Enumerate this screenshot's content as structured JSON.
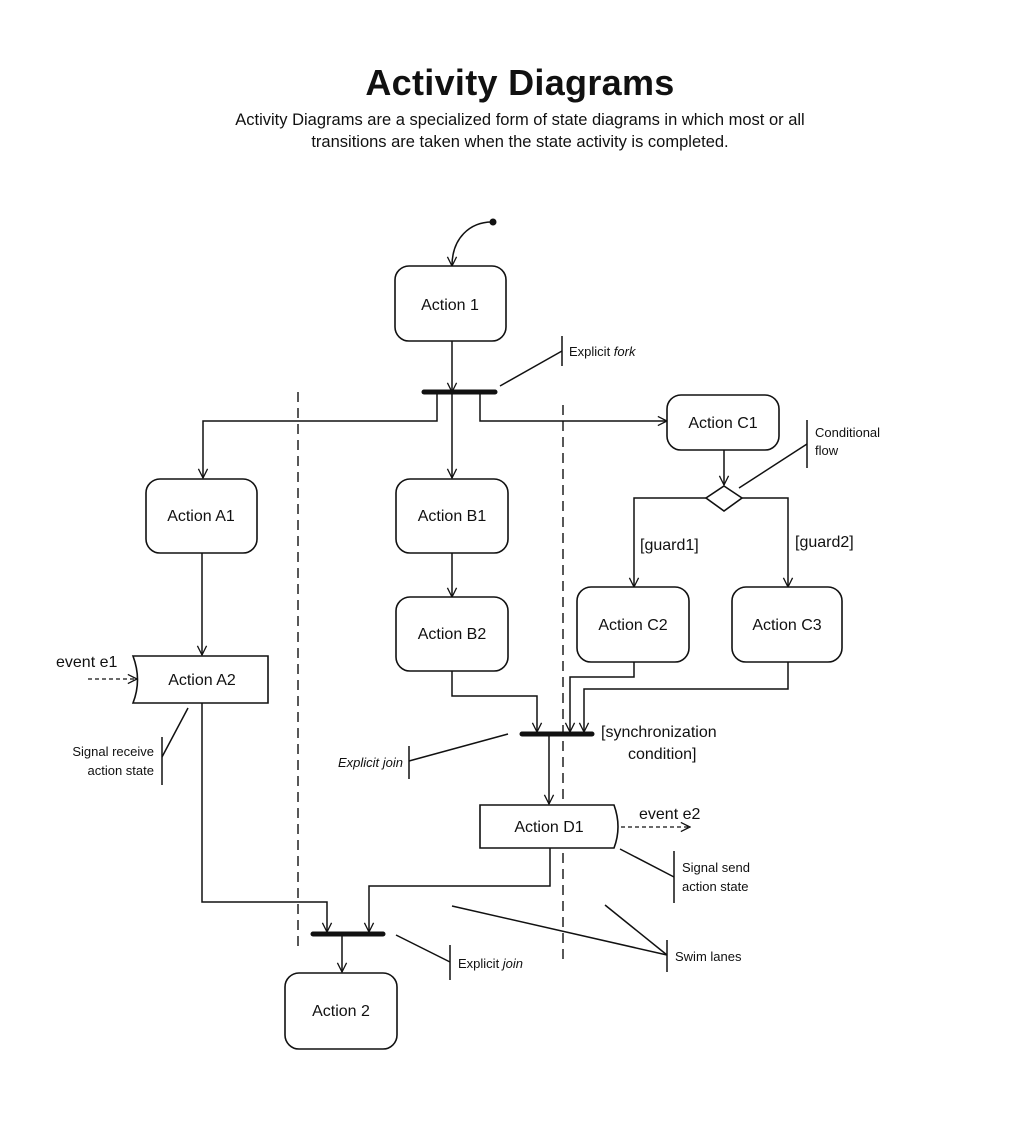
{
  "header": {
    "title": "Activity Diagrams",
    "subtitle_line1": "Activity Diagrams are a specialized form of state diagrams in which most or all",
    "subtitle_line2": "transitions are taken when the state activity is completed."
  },
  "diagram": {
    "nodes": {
      "action1": "Action 1",
      "actionA1": "Action A1",
      "actionA2": "Action A2",
      "actionB1": "Action B1",
      "actionB2": "Action B2",
      "actionC1": "Action C1",
      "actionC2": "Action C2",
      "actionC3": "Action C3",
      "actionD1": "Action D1",
      "action2": "Action 2"
    },
    "guards": {
      "guard1": "[guard1]",
      "guard2": "[guard2]",
      "sync1": "[synchronization",
      "sync2": "condition]"
    },
    "events": {
      "e1": "event e1",
      "e2": "event e2"
    },
    "annotations": {
      "fork_prefix": "Explicit ",
      "fork_word": "fork",
      "conditional1": "Conditional",
      "conditional2": "flow",
      "signal_receive1": "Signal receive",
      "signal_receive2": "action state",
      "join_mid": "Explicit join",
      "signal_send1": "Signal send",
      "signal_send2": "action state",
      "join_bottom_prefix": "Explicit ",
      "join_bottom_word": "join",
      "swim_lanes": "Swim lanes"
    }
  }
}
